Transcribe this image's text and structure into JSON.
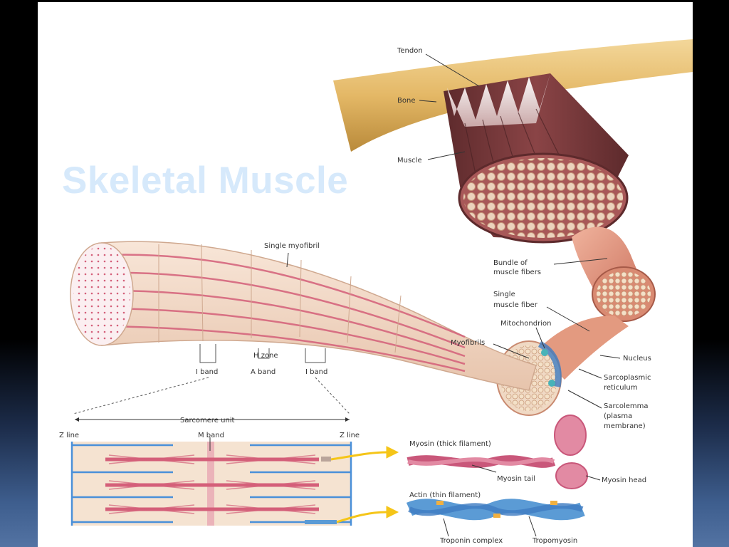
{
  "slide": {
    "title": "Skeletal Muscle"
  },
  "labels": {
    "tendon": "Tendon",
    "bone": "Bone",
    "muscle": "Muscle",
    "bundle_1": "Bundle of",
    "bundle_2": "muscle fibers",
    "single_fiber_1": "Single",
    "single_fiber_2": "muscle fiber",
    "mitochondrion": "Mitochondrion",
    "myofibrils": "Myofibrils",
    "nucleus": "Nucleus",
    "sarcoplasmic_1": "Sarcoplasmic",
    "sarcoplasmic_2": "reticulum",
    "sarcolemma_1": "Sarcolemma",
    "sarcolemma_2": "(plasma",
    "sarcolemma_3": "membrane)",
    "single_myofibril": "Single myofibril",
    "h_zone": "H zone",
    "i_band_left": "I band",
    "a_band": "A band",
    "i_band_right": "I band",
    "sarcomere_unit": "Sarcomere unit",
    "z_line_left": "Z line",
    "m_band": "M band",
    "z_line_right": "Z line",
    "myosin": "Myosin (thick filament)",
    "myosin_tail": "Myosin tail",
    "myosin_head": "Myosin head",
    "actin": "Actin (thin filament)",
    "troponin": "Troponin complex",
    "tropomyosin": "Tropomyosin"
  },
  "colors": {
    "bone": "#e4b866",
    "muscle": "#7a3a3c",
    "muscle_face": "#b86868",
    "fiber": "#e0917c",
    "myofibril": "#f2dccd",
    "myosin_stripe": "#d45f79",
    "thin_filament": "#5b9bd5",
    "arrow": "#f5c518",
    "title": "#d6e9fb"
  }
}
